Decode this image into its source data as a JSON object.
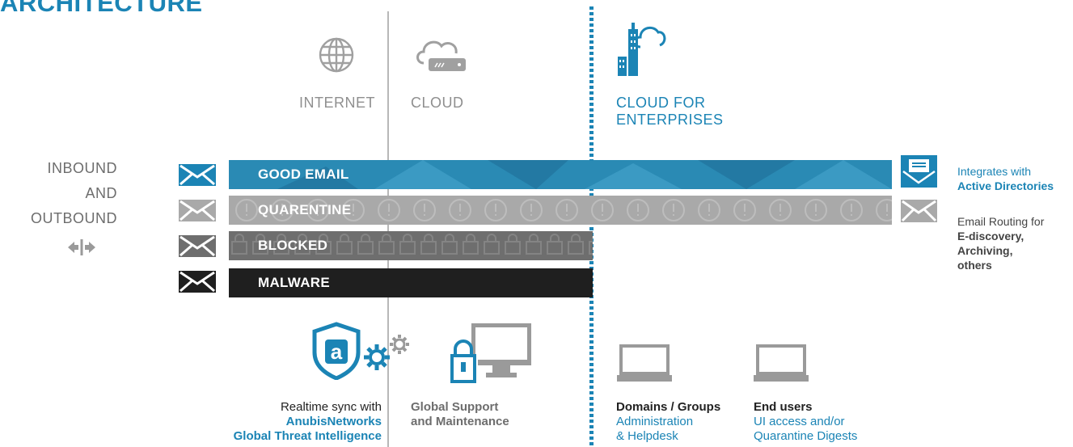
{
  "title": "ARCHITECTURE",
  "zones": {
    "internet": "INTERNET",
    "cloud": "CLOUD",
    "cloud_enterprises_line1": "CLOUD FOR",
    "cloud_enterprises_line2": "ENTERPRISES"
  },
  "direction": {
    "line1": "INBOUND",
    "line2": "AND",
    "line3": "OUTBOUND"
  },
  "flows": [
    {
      "label": "GOOD EMAIL",
      "color": "#2a8ab4"
    },
    {
      "label": "QUARENTINE",
      "color": "#a9a9a9"
    },
    {
      "label": "BLOCKED",
      "color": "#6e6e6e"
    },
    {
      "label": "MALWARE",
      "color": "#1f1f1f"
    }
  ],
  "right_notes": {
    "integrates_line1": "Integrates with",
    "integrates_line2": "Active Directories",
    "routing_line1": "Email Routing for",
    "routing_line2": "E-discovery,",
    "routing_line3": "Archiving,",
    "routing_line4": "others"
  },
  "captions": {
    "sync_line1": "Realtime sync with",
    "sync_line2": "AnubisNetworks",
    "sync_line3": "Global Threat Intelligence",
    "support_line1": "Global Support",
    "support_line2": "and Maintenance",
    "domains_line1": "Domains / Groups",
    "domains_line2": "Administration",
    "domains_line3": "& Helpdesk",
    "users_line1": "End users",
    "users_line2": "UI access and/or",
    "users_line3": "Quarantine Digests"
  },
  "icons": [
    "globe-icon",
    "cloud-router-icon",
    "cloud-building-icon",
    "envelope-icon",
    "open-envelope-icon",
    "shield-icon",
    "gears-icon",
    "lock-monitor-icon",
    "laptop-icon"
  ],
  "colors": {
    "accent": "#1b84b5",
    "grey": "#8f8f8f"
  }
}
